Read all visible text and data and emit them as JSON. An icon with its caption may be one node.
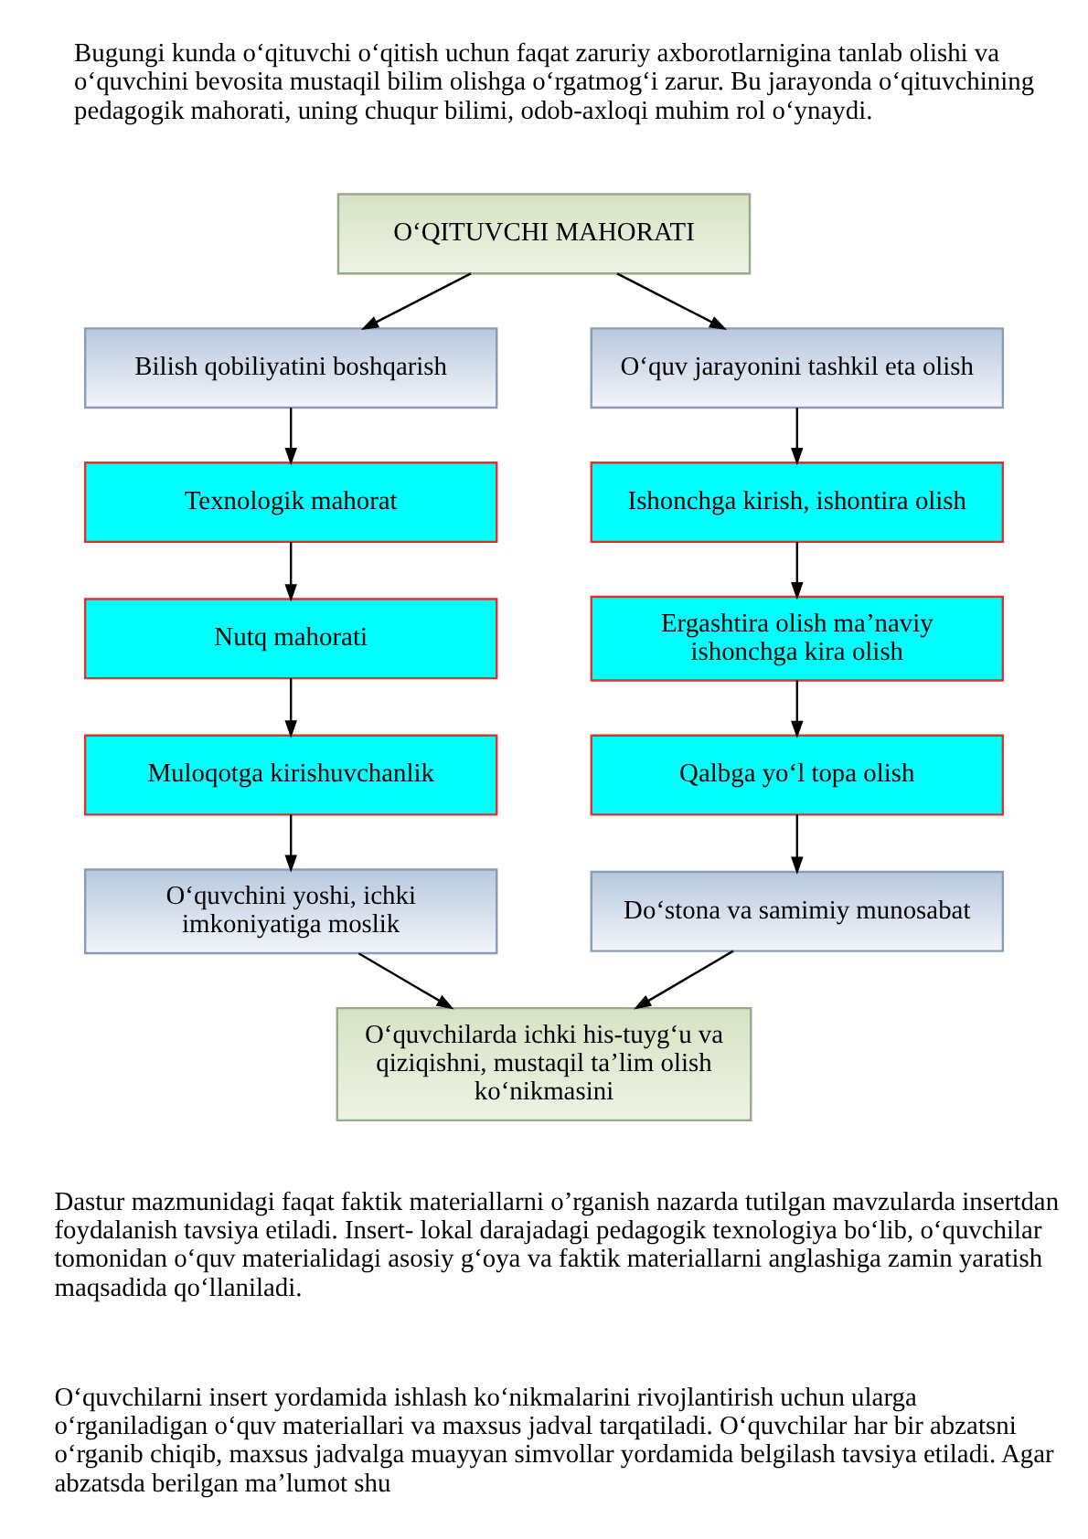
{
  "diagram": {
    "nodes": [
      {
        "text": [
          "O‘QITUVCHI MAHORATI"
        ]
      },
      {
        "text": [
          "Bilish qobiliyatini boshqarish"
        ]
      },
      {
        "text": [
          "O‘quv jarayonini tashkil eta olish"
        ]
      },
      {
        "text": [
          "Texnologik mahorat"
        ]
      },
      {
        "text": [
          "Nutq mahorati"
        ]
      },
      {
        "text": [
          "Muloqotga kirishuvchanlik"
        ]
      },
      {
        "text": [
          "O‘quvchini yoshi, ichki imkoniyatiga moslik"
        ]
      },
      {
        "text": [
          "Ishonchga kirish, ishontira olish"
        ]
      },
      {
        "text": [
          "Ergashtira olish ma’naviy ishonchga kira olish"
        ]
      },
      {
        "text": [
          "Qalbga yo‘l topa olish"
        ]
      },
      {
        "text": [
          "Do‘stona va samimiy munosabat"
        ]
      },
      {
        "text": [
          "O‘quvchilarda ichki his-tuyg‘u va qiziqishni, mustaqil ta’lim olish ko‘nikmasini"
        ]
      }
    ],
    "edges": [
      {
        "from": 0,
        "to": 1,
        "arrow": "to"
      },
      {
        "from": 0,
        "to": 2,
        "arrow": "to"
      },
      {
        "from": 1,
        "to": 3,
        "arrow": "to"
      },
      {
        "from": 3,
        "to": 4,
        "arrow": "to"
      },
      {
        "from": 4,
        "to": 5,
        "arrow": "to"
      },
      {
        "from": 5,
        "to": 6,
        "arrow": "to"
      },
      {
        "from": 2,
        "to": 7,
        "arrow": "to"
      },
      {
        "from": 7,
        "to": 8,
        "arrow": "to"
      },
      {
        "from": 8,
        "to": 9,
        "arrow": "to"
      },
      {
        "from": 9,
        "to": 10,
        "arrow": "to"
      },
      {
        "from": 6,
        "to": 11,
        "arrow": "to"
      },
      {
        "from": 10,
        "to": 11,
        "arrow": "to"
      }
    ],
    "labels": [
      "Bugungi kunda o‘qituvchi o‘qitish uchun faqat zaruriy axborotlarnigina tanlab olishi va o‘quvchini bevosita mustaqil bilim olishga o‘rgatmog‘i zarur. Bu jarayonda o‘qituvchining pedagogik mahorati, uning chuqur bilimi, odob-axloqi muhim rol o‘ynaydi.",
      "Dastur mazmunidagi faqat faktik materiallarni o’rganish nazarda tutilgan mavzularda insertdan foydalanish tavsiya etiladi. Insert- lokal darajadagi pedagogik texnologiya bo‘lib, o‘quvchilar tomonidan o‘quv materialidagi asosiy g‘oya va faktik materiallarni anglashiga zamin yaratish maqsadida qo‘llaniladi.",
      "O‘quvchilarni insert yordamida ishlash ko‘nikmalarini rivojlantirish uchun ularga o‘rganiladigan o‘quv materiallari va maxsus jadval tarqatiladi. O‘quvchilar har bir abzatsni o‘rganib chiqib, maxsus jadvalga muayyan simvollar yordamida belgilash tavsiya etiladi. Agar abzatsda berilgan ma’lumot shu"
    ]
  }
}
